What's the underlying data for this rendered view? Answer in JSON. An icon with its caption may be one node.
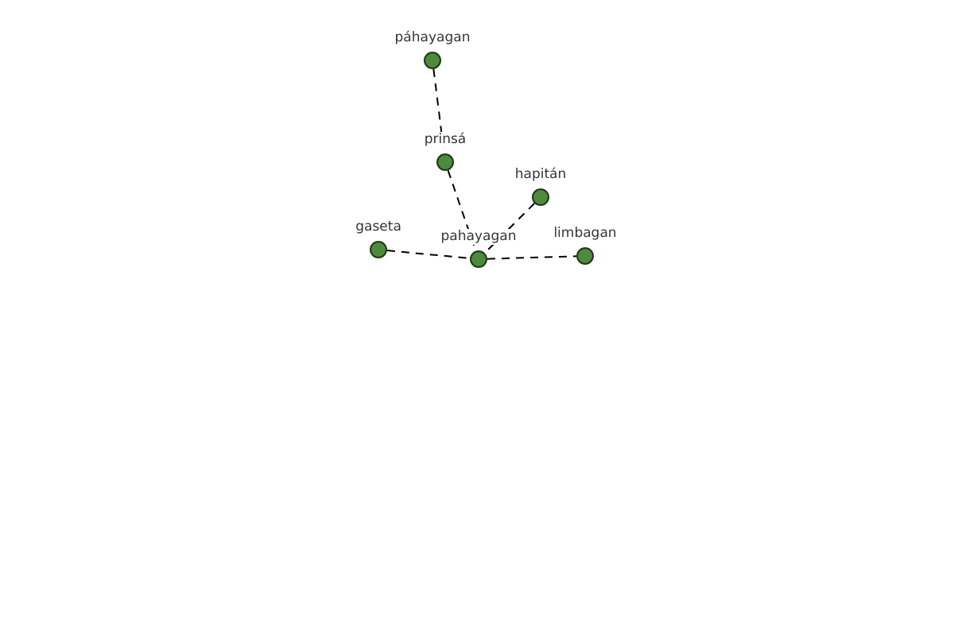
{
  "diagram": {
    "nodes": [
      {
        "text": [
          "páhayagan"
        ]
      },
      {
        "text": [
          "prinsá"
        ]
      },
      {
        "text": [
          "hapitán"
        ]
      },
      {
        "text": [
          "gaseta"
        ]
      },
      {
        "text": [
          "pahayagan"
        ]
      },
      {
        "text": [
          "limbagan"
        ]
      }
    ],
    "edges": [
      {
        "from": 0,
        "to": 1,
        "arrow": "none",
        "style": "dashed"
      },
      {
        "from": 1,
        "to": 4,
        "arrow": "none",
        "style": "dashed"
      },
      {
        "from": 2,
        "to": 4,
        "arrow": "none",
        "style": "dashed"
      },
      {
        "from": 3,
        "to": 4,
        "arrow": "none",
        "style": "dashed"
      },
      {
        "from": 4,
        "to": 5,
        "arrow": "none",
        "style": "dashed"
      }
    ]
  }
}
